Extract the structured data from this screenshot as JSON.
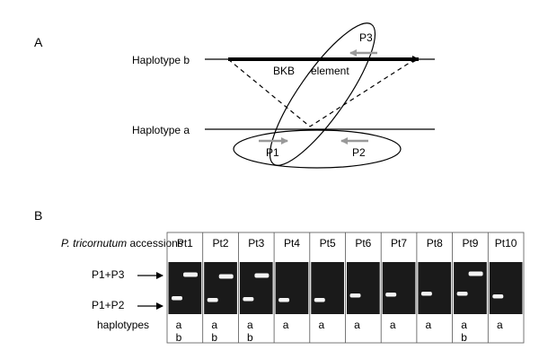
{
  "panel_a": {
    "label": "A",
    "haplotype_b": "Haplotype b",
    "haplotype_a": "Haplotype a",
    "element_word1": "BKB",
    "element_word2": "element",
    "primer_p1": "P1",
    "primer_p2": "P2",
    "primer_p3": "P3"
  },
  "panel_b": {
    "label": "B",
    "species": "P. tricornutum",
    "accessions_suffix": " accessions",
    "row_p1p3": "P1+P3",
    "row_p1p2": "P1+P2",
    "haplotypes_label": "haplotypes",
    "accessions": [
      {
        "name": "Pt1",
        "has_b": true,
        "hap_a": "a",
        "hap_b": "b"
      },
      {
        "name": "Pt2",
        "has_b": true,
        "hap_a": "a",
        "hap_b": "b"
      },
      {
        "name": "Pt3",
        "has_b": true,
        "hap_a": "a",
        "hap_b": "b"
      },
      {
        "name": "Pt4",
        "has_b": false,
        "hap_a": "a",
        "hap_b": ""
      },
      {
        "name": "Pt5",
        "has_b": false,
        "hap_a": "a",
        "hap_b": ""
      },
      {
        "name": "Pt6",
        "has_b": false,
        "hap_a": "a",
        "hap_b": ""
      },
      {
        "name": "Pt7",
        "has_b": false,
        "hap_a": "a",
        "hap_b": ""
      },
      {
        "name": "Pt8",
        "has_b": false,
        "hap_a": "a",
        "hap_b": ""
      },
      {
        "name": "Pt9",
        "has_b": true,
        "hap_a": "a",
        "hap_b": "b"
      },
      {
        "name": "Pt10",
        "has_b": false,
        "hap_a": "a",
        "hap_b": ""
      }
    ]
  },
  "colors": {
    "gel_background": "#1a1a1a",
    "band": "#f4f4f4",
    "primer_arrow": "#999999"
  }
}
